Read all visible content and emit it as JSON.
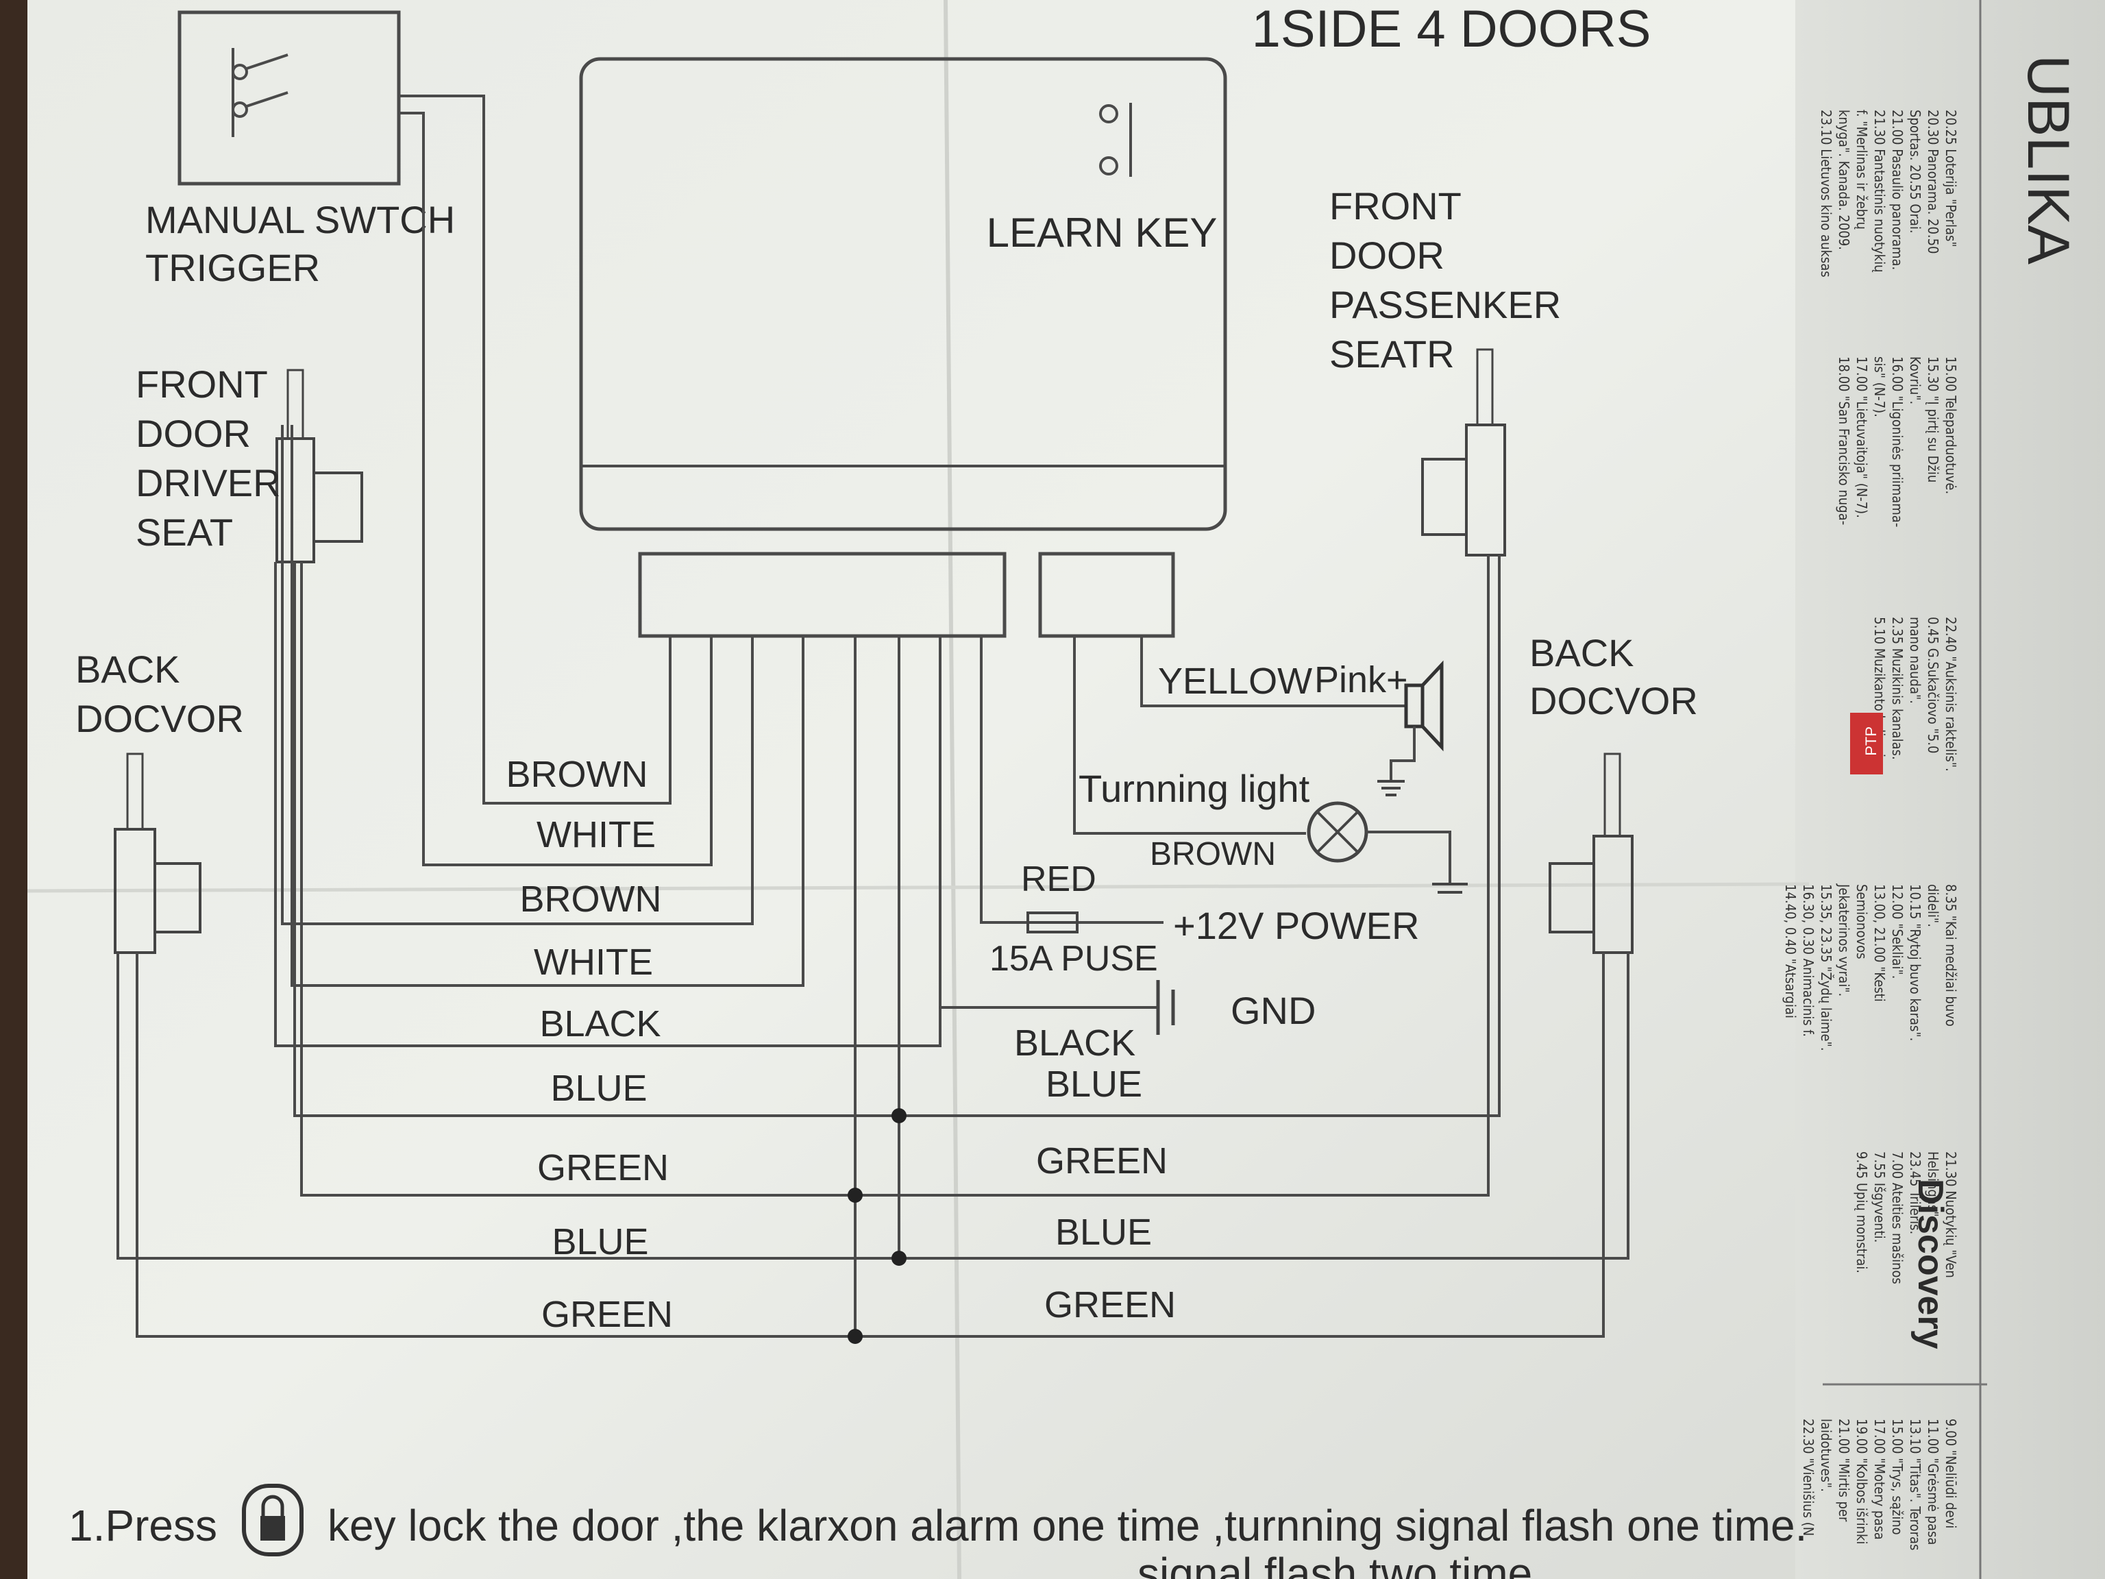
{
  "diagram": {
    "title": "1SIDE 4 DOORS",
    "labels": {
      "manual_switch_line1": "MANUAL SWTCH",
      "manual_switch_line2": "TRIGGER",
      "learn_key": "LEARN KEY",
      "front_driver": [
        "FRONT",
        "DOOR",
        "DRIVER",
        "SEAT"
      ],
      "front_passenger": [
        "FRONT",
        "DOOR",
        "PASSENKER",
        "SEATR"
      ],
      "back_left": [
        "BACK",
        "DOCVOR"
      ],
      "back_right": [
        "BACK",
        "DOCVOR"
      ],
      "yellow": "YELLOW",
      "pink": "Pink+",
      "turning_light": "Turnning light",
      "brown_right": "BROWN",
      "red": "RED",
      "power": "+12V POWER",
      "fuse": "15A PUSE",
      "gnd": "GND",
      "black_right": "BLACK",
      "blue_right": "BLUE",
      "green_right_1": "GREEN",
      "blue_right_2": "BLUE",
      "green_right_2": "GREEN"
    },
    "left_wires": [
      "BROWN",
      "WHITE",
      "BROWN",
      "WHITE",
      "BLACK",
      "BLUE",
      "GREEN",
      "BLUE",
      "GREEN"
    ],
    "instruction_prefix": "1.Press",
    "instruction_text": "key lock the door ,the klarxon alarm one time ,turnning signal flash one time.",
    "instruction_cut": "signal flash two time"
  },
  "newspaper": {
    "masthead": "UBLIKA",
    "channels": [
      "PTP",
      "Discovery"
    ],
    "block1": [
      "20.25 Loterija \"Perlas\"",
      "20.30 Panorama. 20.50",
      "Sportas. 20.55 Orai.",
      "21.00 Pasaulio panorama.",
      "21.30 Fantastinis nuotykių",
      "f. \"Merlinas ir žebrų",
      "knyga\". Kanada. 2009.",
      "23.10 Lietuvos kino auksas"
    ],
    "block2": [
      "15.00 Teleparduotuvė.",
      "15.30 \"Į pirtį su Džiu",
      "Kovriu\".",
      "16.00 \"Ligoninės priimama-",
      "sis\" (N-7).",
      "17.00 \"Lietuvaitoja\" (N-7).",
      "18.00 \"San Francisko nuga-"
    ],
    "block3": [
      "22.40 \"Auksinis raktelis\".",
      "0.45 G.Sukačiovo \"5.0",
      "mano nauda\".",
      "2.35 Muzikinis kanalas.",
      "5.10 Muzikanto kelionės."
    ],
    "block4": [
      "8.35 \"Kai medžiai buvo",
      "dideli\".",
      "10.15 \"Rytoj buvo karas\".",
      "12.00 \"Sekliai\".",
      "13.00, 21.00 \"Kesti",
      "Semionovos",
      "Jekaterinos vyrai\".",
      "15.35, 23.35 \"Žydų laime\".",
      "16.30, 0.30 Animacinis f.",
      "14.40, 0.40 \"Atsargiai"
    ],
    "block5": [
      "21.30 Nuotykių \"Ven",
      "Helsingas\".",
      "23.45 Trileris.",
      "7.00 Ateities mašinos",
      "7.55 Išgyventi.",
      "9.45 Upių monstrai."
    ],
    "block6": [
      "9.00 \"Neliūdi devi",
      "11.00 \"Grėsmė pasa",
      "13.10 \"Titas\". Teroras",
      "15.00 \"Trys, sąžino",
      "17.00 \"Motery pasa",
      "19.00 \"Kolbos išrinki",
      "21.00 \"Mirtis per",
      "laidotuves\".",
      "22.30 \"Vienišius (N"
    ]
  }
}
